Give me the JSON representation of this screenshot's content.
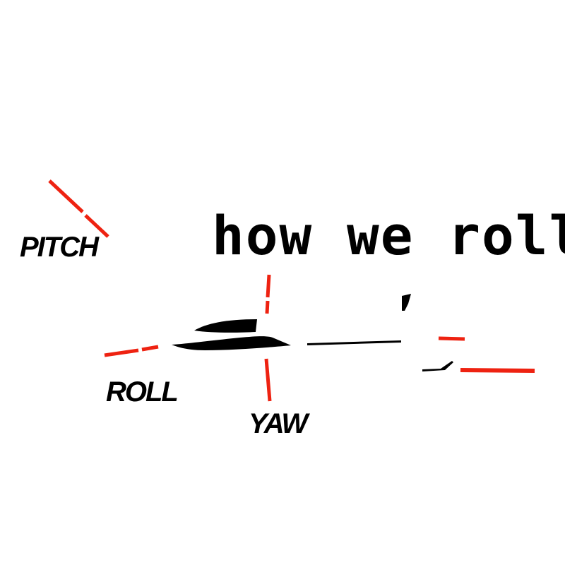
{
  "title": "how we roll",
  "labels": {
    "pitch": "PITCH",
    "roll": "ROLL",
    "yaw": "YAW"
  },
  "colors": {
    "accent": "#ee2211",
    "ink": "#000000",
    "background": "#ffffff"
  }
}
